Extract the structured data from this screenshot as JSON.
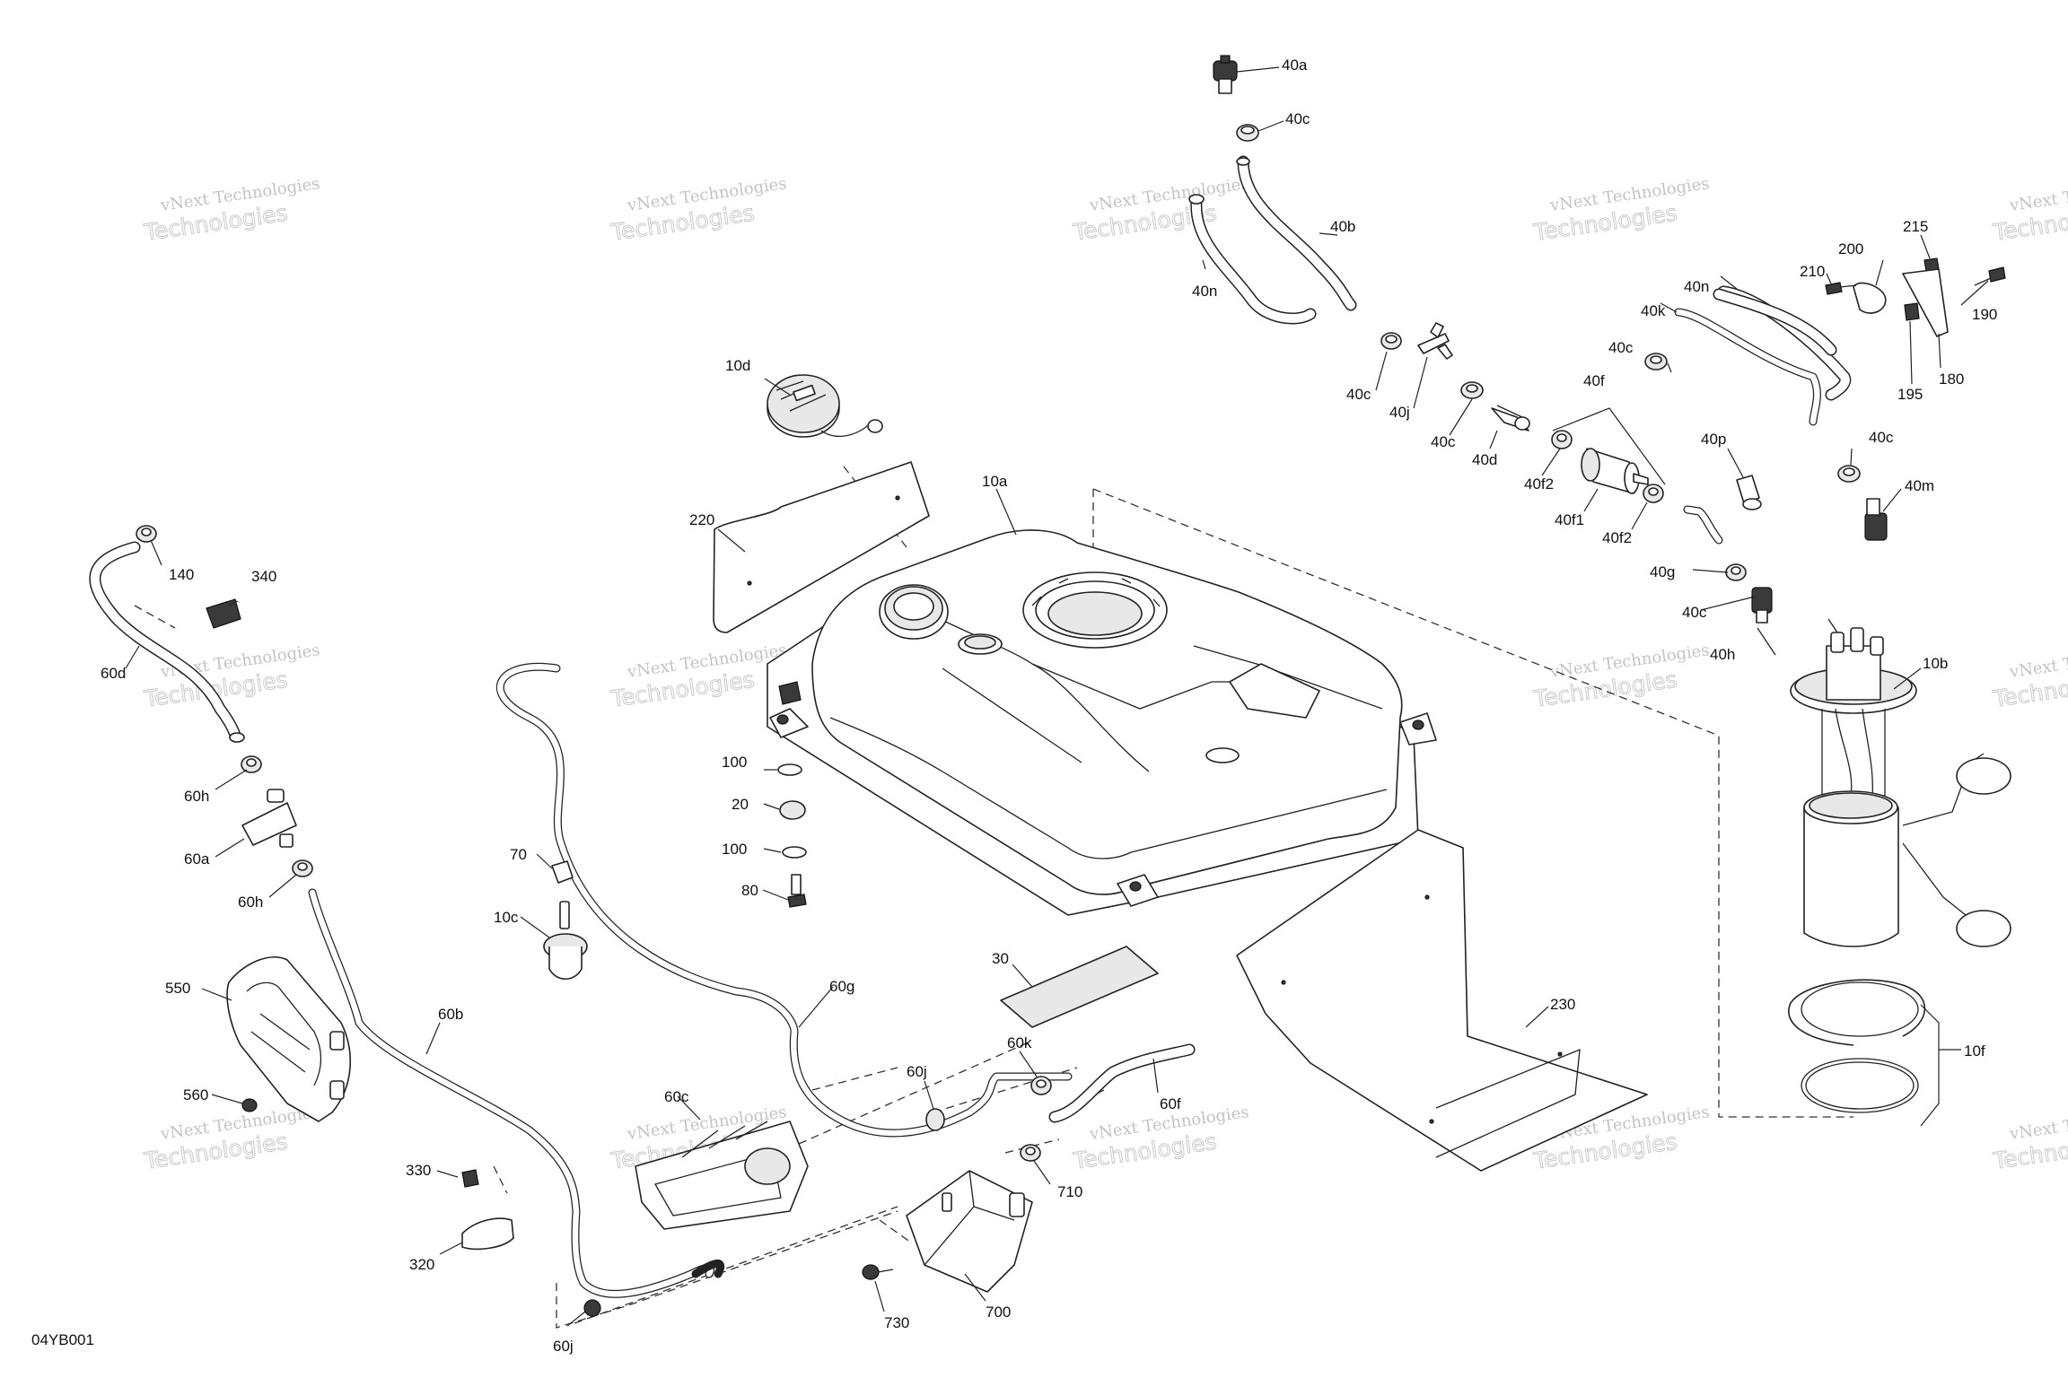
{
  "figure_code": "04YB001",
  "watermark": {
    "line1": "vNext Technologies",
    "line2": "Technologies"
  },
  "labels": {
    "l40a": "40a",
    "l40c_top": "40c",
    "l40b": "40b",
    "l40n_left": "40n",
    "l40c_1": "40c",
    "l40j": "40j",
    "l40c_2": "40c",
    "l40d": "40d",
    "l40f": "40f",
    "l40f2_a": "40f2",
    "l40f1": "40f1",
    "l40f2_b": "40f2",
    "l40c_3": "40c",
    "l40k": "40k",
    "l40n_right": "40n",
    "l40p": "40p",
    "l40g": "40g",
    "l40c_4": "40c",
    "l40c_5": "40c",
    "l40m": "40m",
    "l40h": "40h",
    "l200": "200",
    "l210": "210",
    "l215": "215",
    "l190": "190",
    "l180": "180",
    "l195": "195",
    "l10d": "10d",
    "l220": "220",
    "l10a": "10a",
    "l10b": "10b",
    "l10f": "10f",
    "l140": "140",
    "l340": "340",
    "l60d": "60d",
    "l60h_top": "60h",
    "l60a": "60a",
    "l60h_bottom": "60h",
    "l100_top": "100",
    "l20": "20",
    "l100_bottom": "100",
    "l80": "80",
    "l70": "70",
    "l10c": "10c",
    "l30": "30",
    "l230": "230",
    "l550": "550",
    "l560": "560",
    "l60b": "60b",
    "l60g": "60g",
    "l60c": "60c",
    "l60j_mid": "60j",
    "l60k": "60k",
    "l60f": "60f",
    "l710": "710",
    "l330": "330",
    "l320": "320",
    "l60j_bottom": "60j",
    "l730": "730",
    "l700": "700"
  }
}
